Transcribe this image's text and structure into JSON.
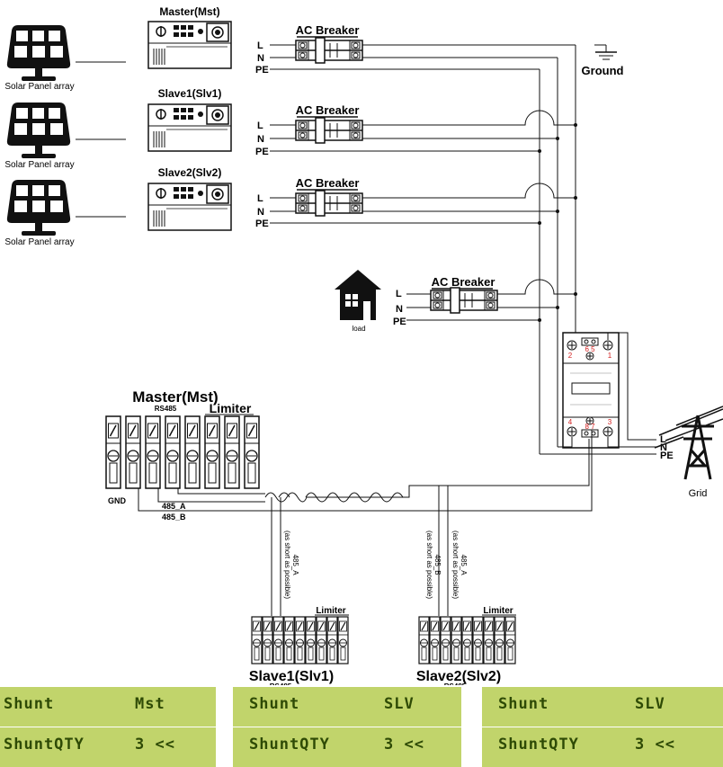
{
  "labels": {
    "master_inverter": "Master(Mst)",
    "slave1_inverter": "Slave1(Slv1)",
    "slave2_inverter": "Slave2(Slv2)",
    "solar_panel": "Solar Panel array",
    "ac_breaker": "AC Breaker",
    "L": "L",
    "N": "N",
    "PE": "PE",
    "ground": "Ground",
    "load": "load",
    "grid": "Grid",
    "master_block": "Master(Mst)",
    "rs485": "RS485",
    "limiter": "Limiter",
    "gnd": "GND",
    "a485": "485_A",
    "b485": "485_B",
    "slave1_block": "Slave1(Slv1)",
    "slave2_block": "Slave2(Slv2)",
    "note_485a": "485_A",
    "note_485b": "485_B",
    "note_short": "(as short as possible)",
    "meter_top_nums": "6 5",
    "meter_bot_nums": "8 7",
    "meter_t1": "1",
    "meter_t2": "2",
    "meter_t3": "3",
    "meter_t4": "4"
  },
  "lcd_screens": [
    {
      "line1_label": "Shunt",
      "line1_value": "Mst",
      "line2_label": "ShuntQTY",
      "line2_value": "3 <<"
    },
    {
      "line1_label": "Shunt",
      "line1_value": "SLV",
      "line2_label": "ShuntQTY",
      "line2_value": "3 <<"
    },
    {
      "line1_label": "Shunt",
      "line1_value": "SLV",
      "line2_label": "ShuntQTY",
      "line2_value": "3 <<"
    }
  ],
  "colors": {
    "lcd_background": "#c1d46b",
    "lcd_text": "#2e4a05",
    "meter_terminal_numbers": "#d42020",
    "line": "#111111"
  }
}
